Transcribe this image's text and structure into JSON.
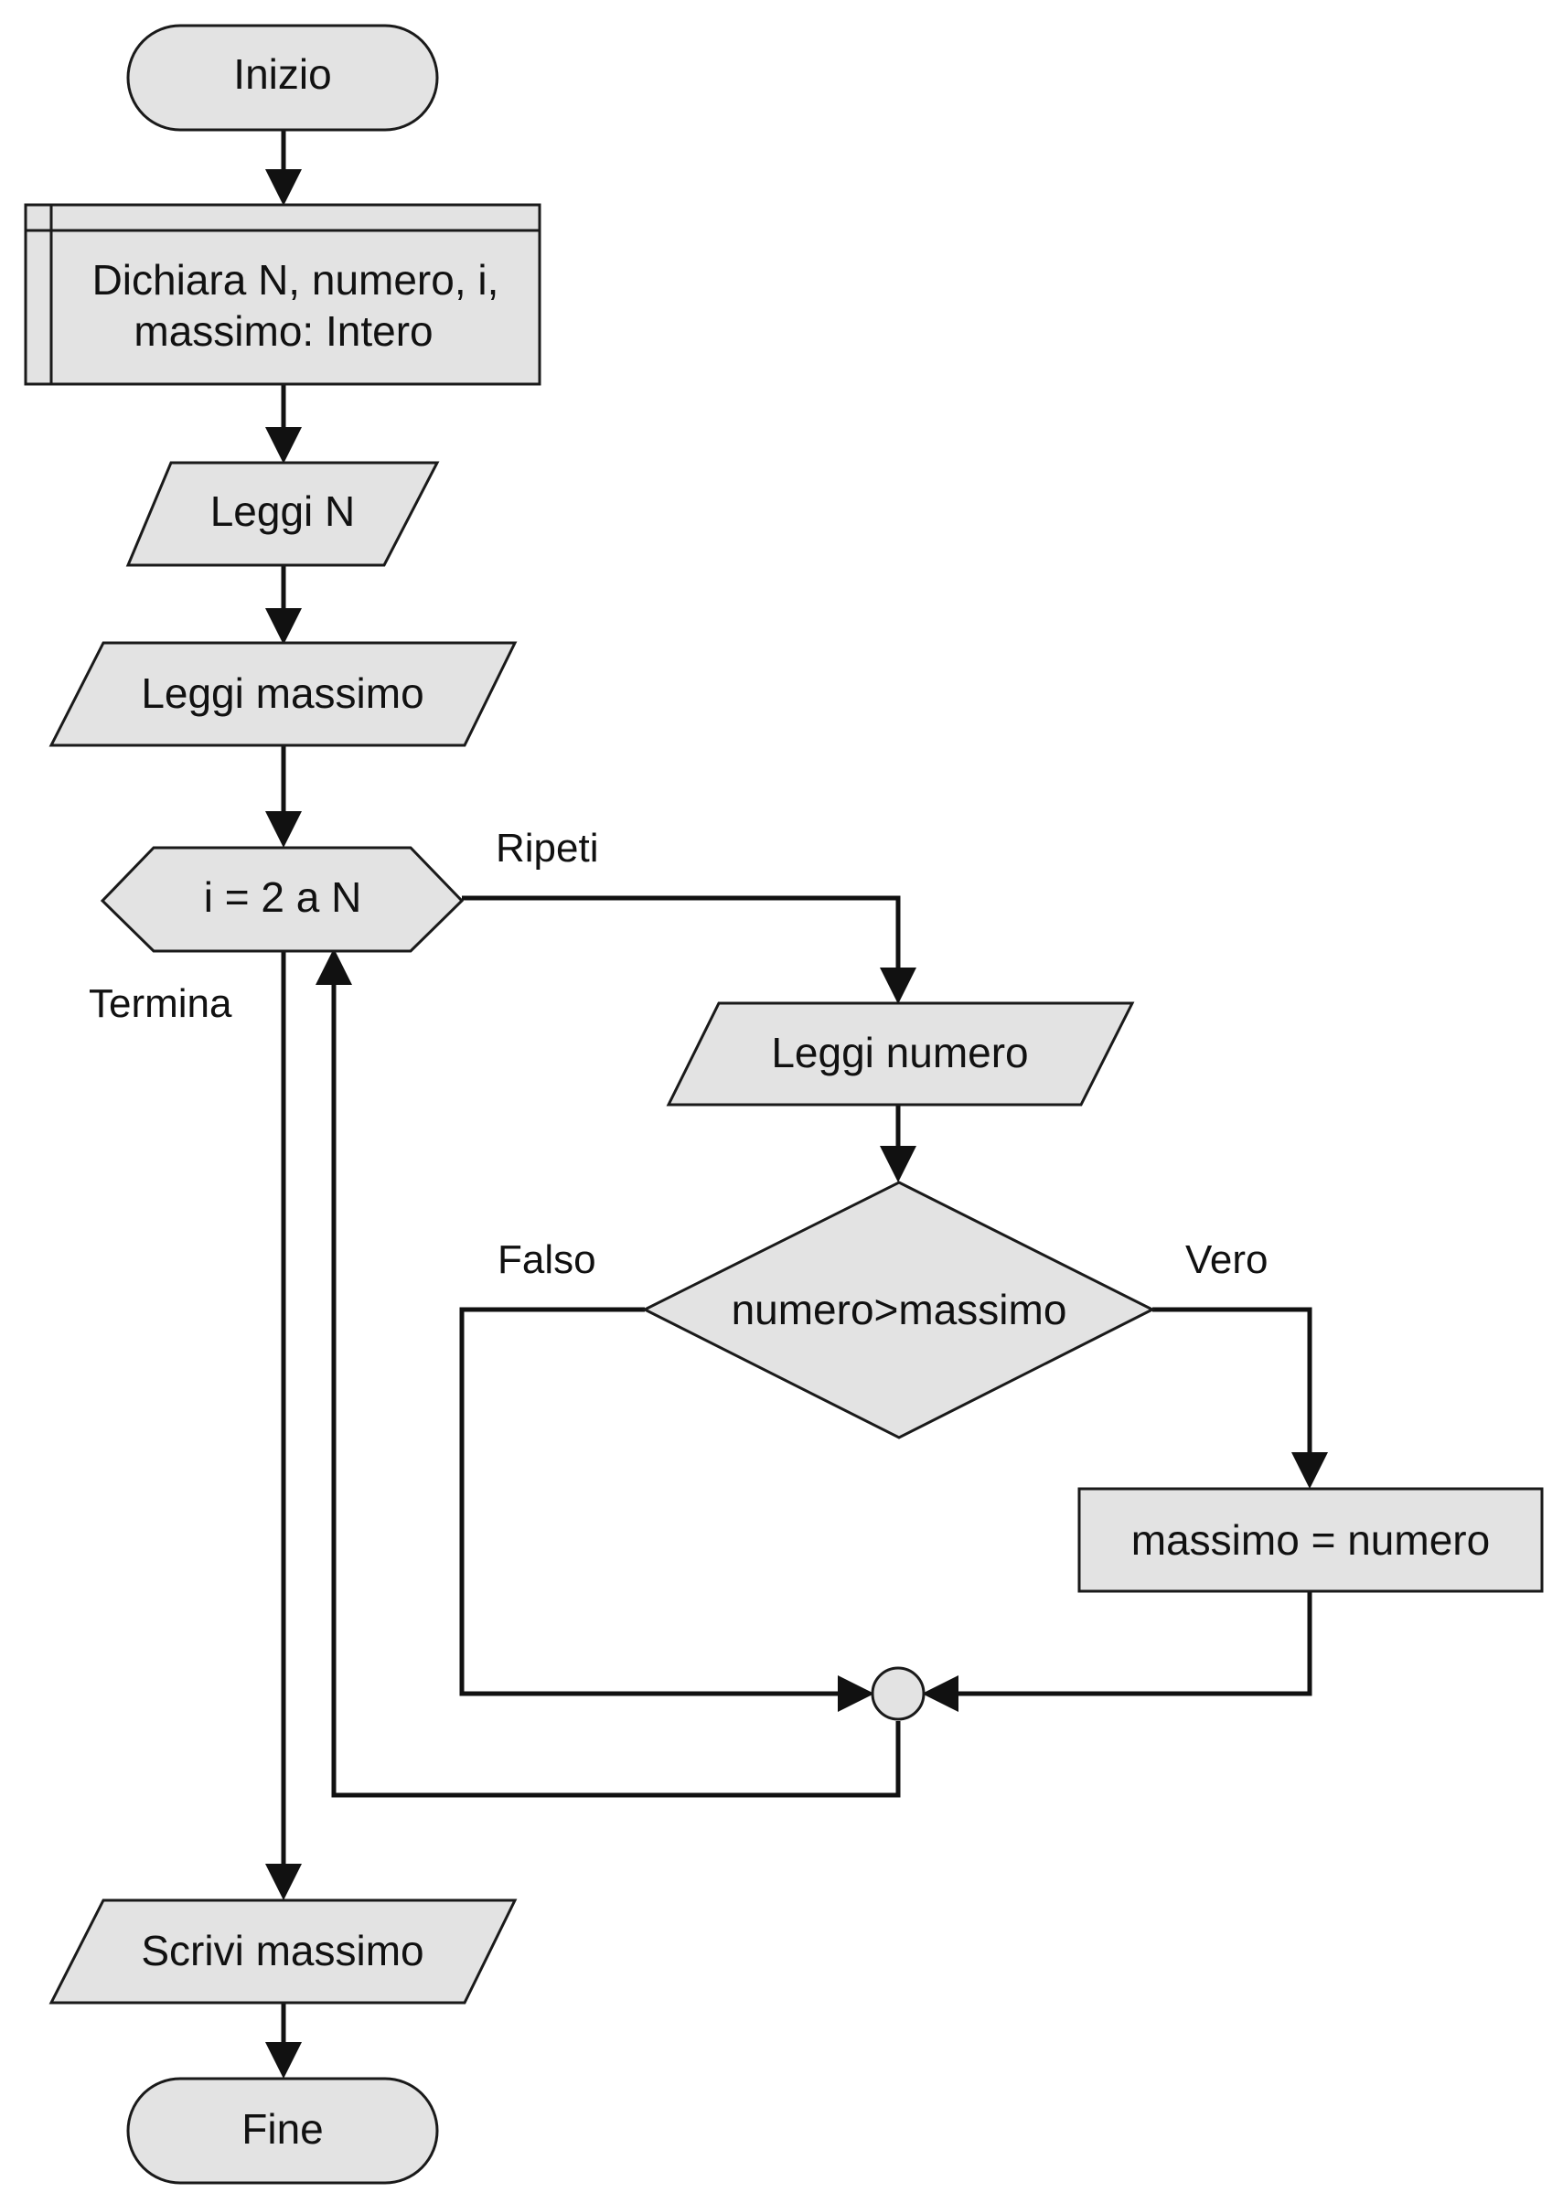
{
  "nodes": {
    "start": "Inizio",
    "declare_line1": "Dichiara N, numero, i,",
    "declare_line2": "massimo: Intero",
    "read_n": "Leggi N",
    "read_max": "Leggi massimo",
    "loop": "i = 2 a N",
    "read_num": "Leggi numero",
    "decision": "numero>massimo",
    "assign": "massimo = numero",
    "write_max": "Scrivi massimo",
    "end": "Fine"
  },
  "edge_labels": {
    "repeat": "Ripeti",
    "terminate": "Termina",
    "false": "Falso",
    "true": "Vero"
  },
  "colors": {
    "node_fill": "#e3e3e3",
    "stroke": "#111111",
    "background": "#ffffff"
  }
}
